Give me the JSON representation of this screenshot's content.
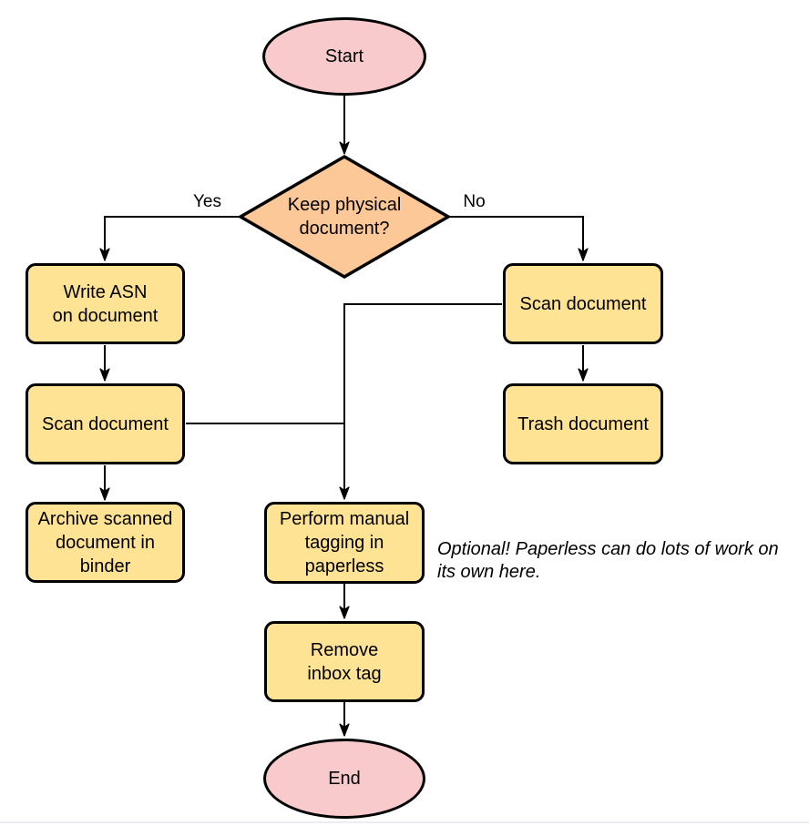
{
  "colors": {
    "background": "#FFFFFF",
    "stroke": "#000000",
    "text": "#000000",
    "terminal_fill": "#F9CACC",
    "decision_fill": "#FDC898",
    "process_fill": "#FEE395",
    "hairline": "#ECECF2"
  },
  "nodes": {
    "start": {
      "label": "Start",
      "type": "terminal"
    },
    "decision": {
      "label": "Keep physical\ndocument?",
      "type": "decision"
    },
    "write_asn": {
      "label": "Write ASN\non document",
      "type": "process"
    },
    "scan_left": {
      "label": "Scan document",
      "type": "process"
    },
    "archive": {
      "label": "Archive scanned\ndocument in\nbinder",
      "type": "process"
    },
    "scan_right": {
      "label": "Scan document",
      "type": "process"
    },
    "trash": {
      "label": "Trash document",
      "type": "process"
    },
    "tagging": {
      "label": "Perform manual\ntagging in\npaperless",
      "type": "process"
    },
    "remove_inbox": {
      "label": "Remove\ninbox tag",
      "type": "process"
    },
    "end": {
      "label": "End",
      "type": "terminal"
    }
  },
  "edge_labels": {
    "yes": "Yes",
    "no": "No"
  },
  "note": "Optional! Paperless can do lots of work on\nits own here."
}
